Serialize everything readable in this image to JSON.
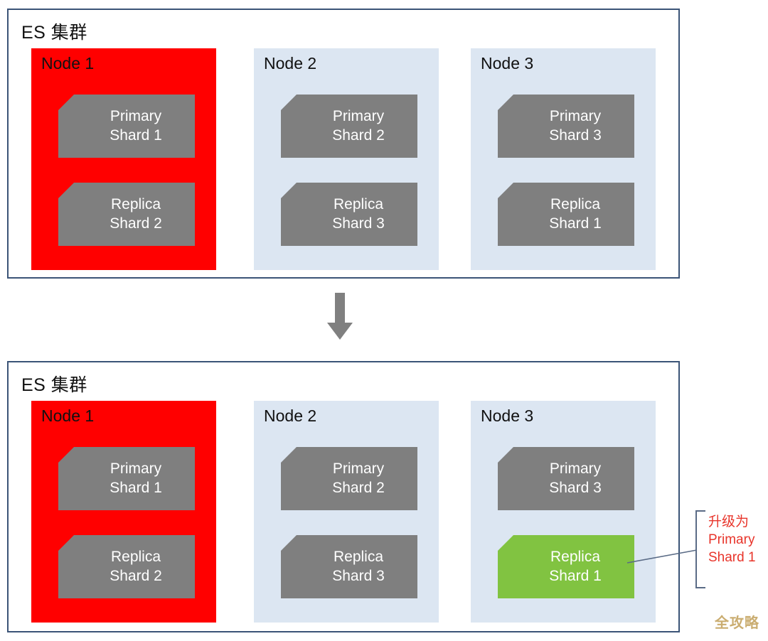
{
  "diagram": {
    "title_top": "ES 集群",
    "title_bottom": "ES 集群",
    "transition_arrow": "down-arrow",
    "watermark": "全攻略",
    "colors": {
      "cluster_border": "#3b5477",
      "node_blue": "#dce6f2",
      "node_red": "#ff0000",
      "shard_gray": "#7f7f7f",
      "shard_green": "#81c341",
      "callout_red": "#e8342a",
      "leader_line": "#5a6b86",
      "watermark": "#c8a96a"
    }
  },
  "top_cluster": {
    "title": "ES 集群",
    "nodes": [
      {
        "name": "Node 1",
        "state": "failed",
        "shards": [
          {
            "line1": "Primary",
            "line2": "Shard 1",
            "color": "gray"
          },
          {
            "line1": "Replica",
            "line2": "Shard 2",
            "color": "gray"
          }
        ]
      },
      {
        "name": "Node 2",
        "state": "healthy",
        "shards": [
          {
            "line1": "Primary",
            "line2": "Shard 2",
            "color": "gray"
          },
          {
            "line1": "Replica",
            "line2": "Shard 3",
            "color": "gray"
          }
        ]
      },
      {
        "name": "Node 3",
        "state": "healthy",
        "shards": [
          {
            "line1": "Primary",
            "line2": "Shard 3",
            "color": "gray"
          },
          {
            "line1": "Replica",
            "line2": "Shard 1",
            "color": "gray"
          }
        ]
      }
    ]
  },
  "bottom_cluster": {
    "title": "ES 集群",
    "nodes": [
      {
        "name": "Node 1",
        "state": "failed",
        "shards": [
          {
            "line1": "Primary",
            "line2": "Shard 1",
            "color": "gray"
          },
          {
            "line1": "Replica",
            "line2": "Shard 2",
            "color": "gray"
          }
        ]
      },
      {
        "name": "Node 2",
        "state": "healthy",
        "shards": [
          {
            "line1": "Primary",
            "line2": "Shard 2",
            "color": "gray"
          },
          {
            "line1": "Replica",
            "line2": "Shard 3",
            "color": "gray"
          }
        ]
      },
      {
        "name": "Node 3",
        "state": "healthy",
        "shards": [
          {
            "line1": "Primary",
            "line2": "Shard 3",
            "color": "gray"
          },
          {
            "line1": "Replica",
            "line2": "Shard 1",
            "color": "green"
          }
        ]
      }
    ]
  },
  "callout": {
    "line1": "升级为",
    "line2": "Primary",
    "line3": "Shard 1"
  }
}
